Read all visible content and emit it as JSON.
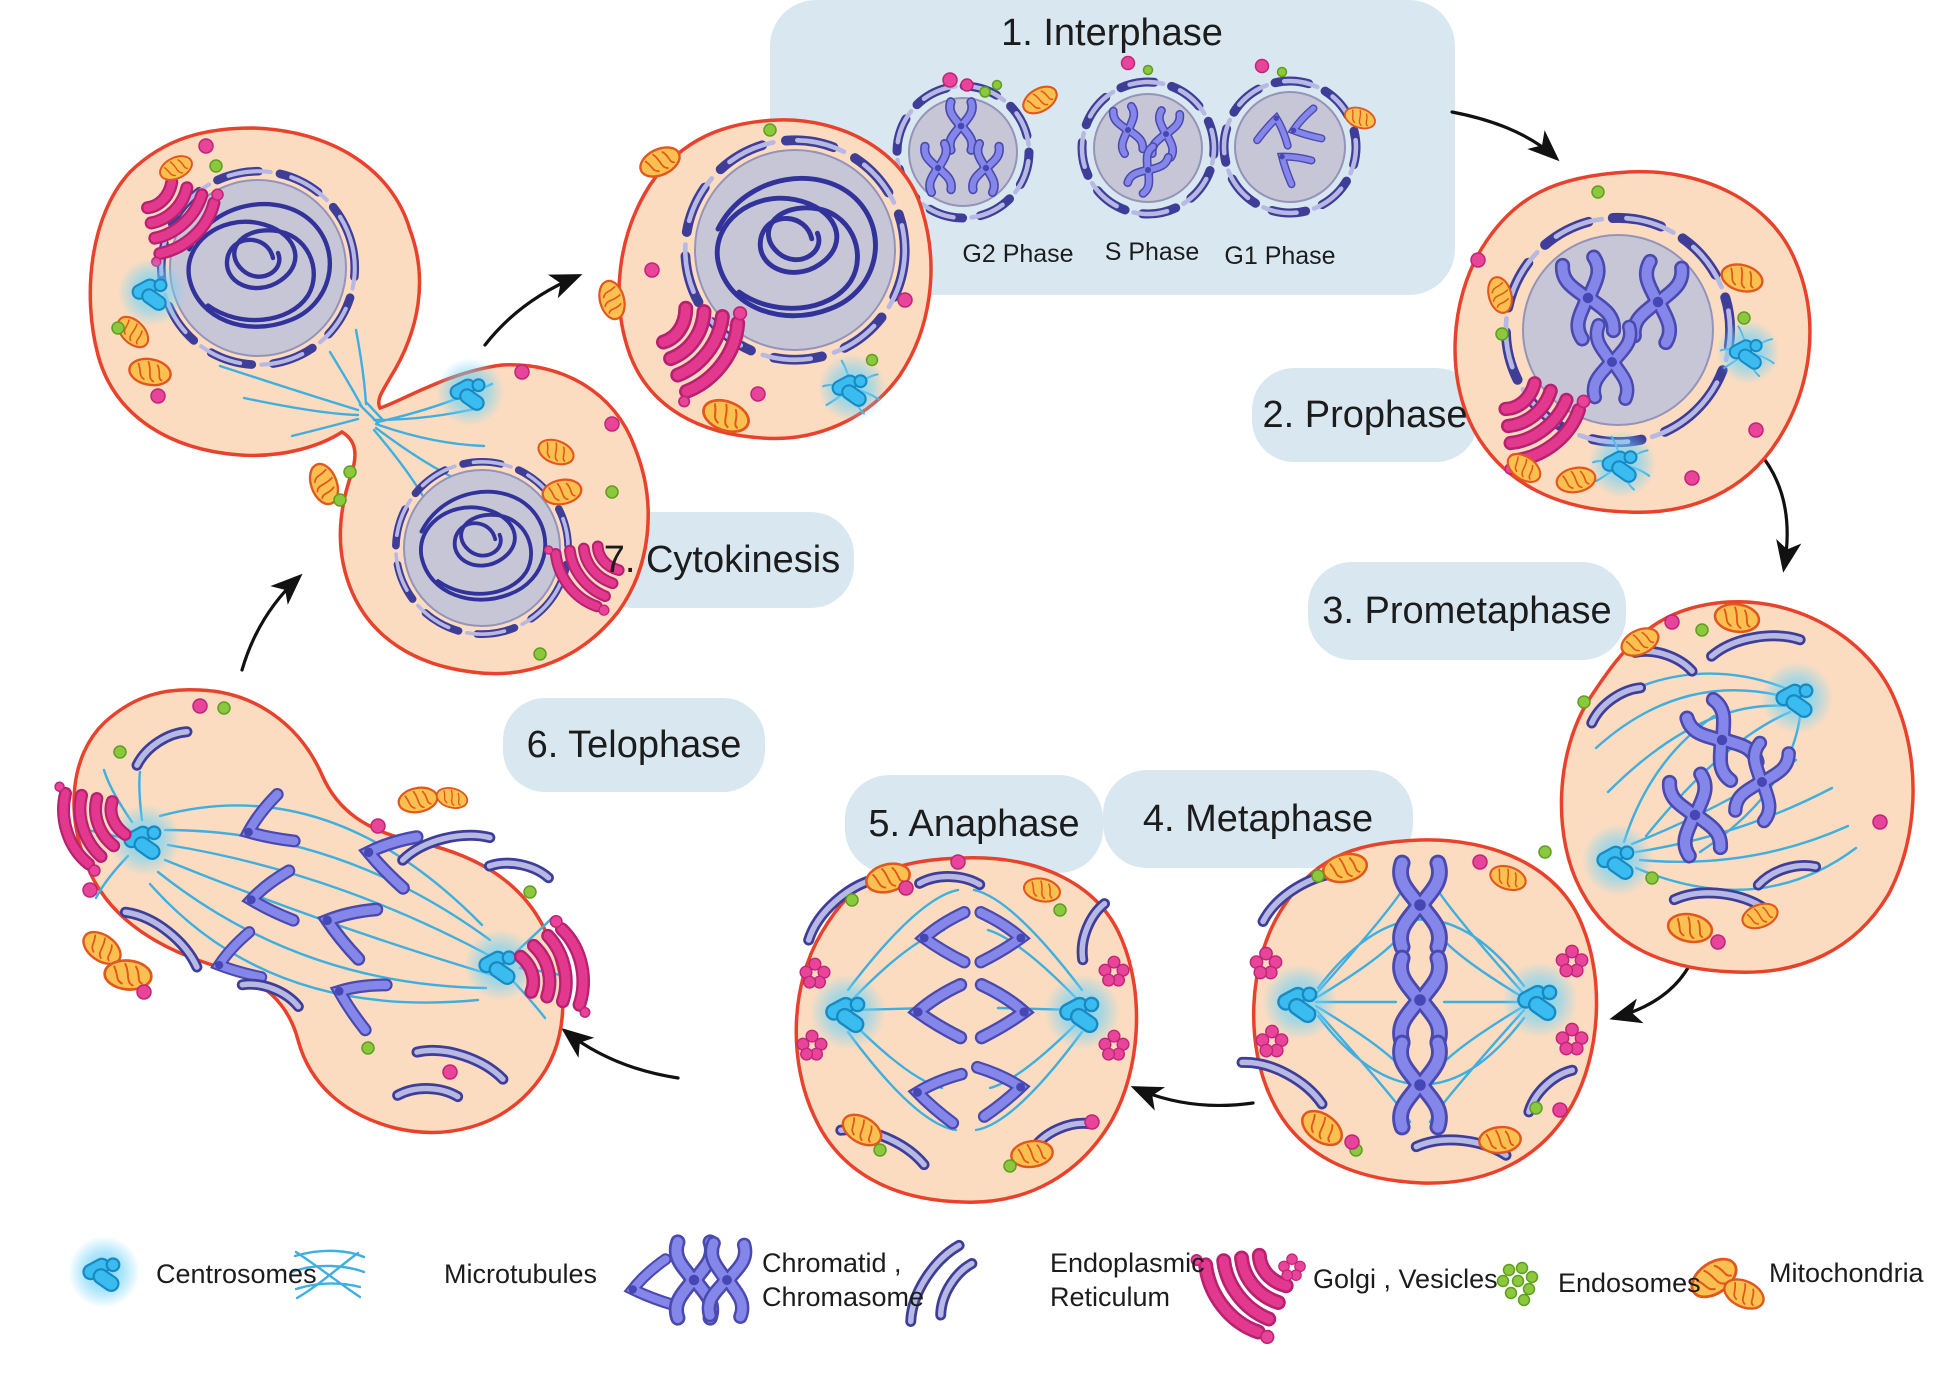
{
  "interphase": {
    "label": "1. Interphase",
    "sub_phases": [
      {
        "label": "G2 Phase"
      },
      {
        "label": "S Phase"
      },
      {
        "label": "G1 Phase"
      }
    ]
  },
  "phases": {
    "prophase": "2. Prophase",
    "prometaphase": "3. Prometaphase",
    "metaphase": "4. Metaphase",
    "anaphase": "5. Anaphase",
    "telophase": "6. Telophase",
    "cytokinesis": "7. Cytokinesis"
  },
  "legend": {
    "centrosomes": "Centrosomes",
    "microtubules": "Microtubules",
    "chromatid_line1": "Chromatid ,",
    "chromatid_line2": "Chromasome",
    "er_line1": "Endoplasmic",
    "er_line2": "Reticulum",
    "golgi": "Golgi , Vesicles",
    "endosomes": "Endosomes",
    "mitochondria": "Mitochondria"
  },
  "colors": {
    "cell_fill": "#fbdcc1",
    "cell_outline": "#e8422d",
    "nucleus": "#c7c6d7",
    "chromosome": "#8486ea",
    "chromatin": "#32329b",
    "endoplasmic_reticulum": "#b8b8e4",
    "microtubule": "#3fafdf",
    "centrosome": "#3bbcf0",
    "golgi": "#e2398e",
    "vesicle": "#e8459a",
    "endosome": "#8bc83e",
    "mitochondria": "#fbc150",
    "label_box": "#d9e8f0"
  }
}
